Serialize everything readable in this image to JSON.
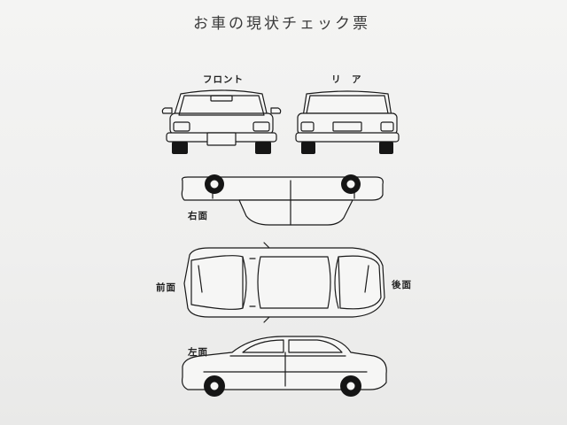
{
  "sheet": {
    "title": "お車の現状チェック票",
    "labels": {
      "front": "フロント",
      "rear": "リ　ア",
      "right": "右面",
      "top_front": "前面",
      "top_rear": "後面",
      "left": "左面"
    }
  },
  "icons": {
    "front_view": "car-front-icon",
    "rear_view": "car-rear-icon",
    "right_view": "car-right-side-icon",
    "top_view": "car-top-view-icon",
    "left_view": "car-left-side-icon"
  }
}
